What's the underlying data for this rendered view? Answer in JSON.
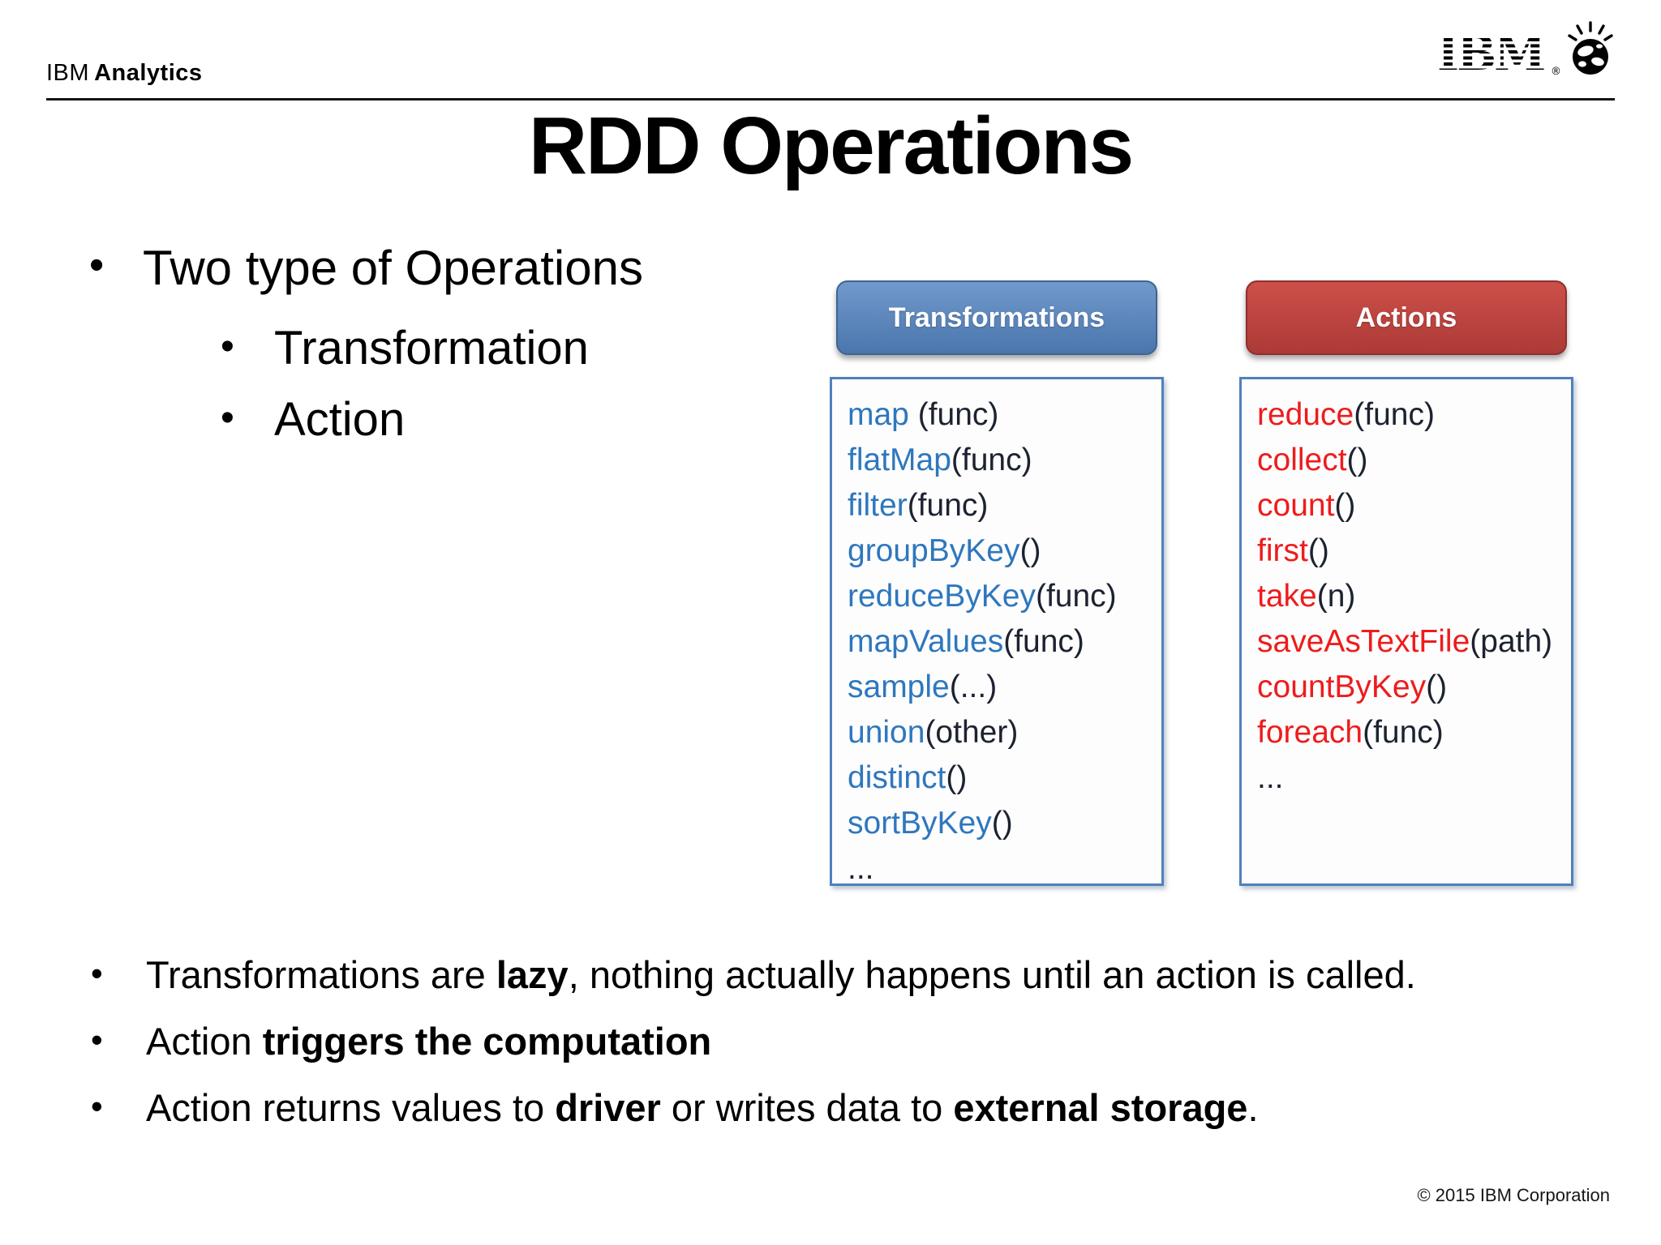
{
  "header": {
    "brand_prefix": "IBM",
    "brand_bold": "Analytics",
    "logo_label": "IBM"
  },
  "title": "RDD Operations",
  "intro": {
    "main": "Two type of Operations",
    "subs": [
      "Transformation",
      "Action"
    ]
  },
  "columns": [
    {
      "header": "Transformations",
      "header_bg": "#4f81bd",
      "name_color": "#2e77be",
      "items": [
        {
          "name": "map",
          "args": " (func)"
        },
        {
          "name": "flatMap",
          "args": "(func)"
        },
        {
          "name": "filter",
          "args": "(func)"
        },
        {
          "name": "groupByKey",
          "args": "()"
        },
        {
          "name": "reduceByKey",
          "args": "(func)"
        },
        {
          "name": "mapValues",
          "args": "(func)"
        },
        {
          "name": "sample",
          "args": "(...)"
        },
        {
          "name": "union",
          "args": "(other)"
        },
        {
          "name": "distinct",
          "args": "()"
        },
        {
          "name": "sortByKey",
          "args": "()"
        },
        {
          "name": "",
          "args": "..."
        }
      ]
    },
    {
      "header": "Actions",
      "header_bg": "#bf3e3a",
      "name_color": "#ee1c1c",
      "items": [
        {
          "name": "reduce",
          "args": "(func)"
        },
        {
          "name": "collect",
          "args": "()"
        },
        {
          "name": "count",
          "args": "()"
        },
        {
          "name": "first",
          "args": "()"
        },
        {
          "name": "take",
          "args": "(n)"
        },
        {
          "name": "saveAsTextFile",
          "args": "(path)"
        },
        {
          "name": "countByKey",
          "args": "()"
        },
        {
          "name": "foreach",
          "args": "(func)"
        },
        {
          "name": "",
          "args": "..."
        }
      ]
    }
  ],
  "bottom_bullets": [
    {
      "runs": [
        {
          "text": "Transformations are ",
          "bold": false
        },
        {
          "text": "lazy",
          "bold": true
        },
        {
          "text": ", nothing actually happens until an action is called.",
          "bold": false
        }
      ]
    },
    {
      "runs": [
        {
          "text": "Action ",
          "bold": false
        },
        {
          "text": "triggers the computation",
          "bold": true
        }
      ]
    },
    {
      "runs": [
        {
          "text": "Action returns values to ",
          "bold": false
        },
        {
          "text": "driver",
          "bold": true
        },
        {
          "text": " or writes data to ",
          "bold": false
        },
        {
          "text": "external storage",
          "bold": true
        },
        {
          "text": ".",
          "bold": false
        }
      ]
    }
  ],
  "footer": "© 2015 IBM Corporation",
  "colors": {
    "transformations_blue": "#4f81bd",
    "actions_red": "#bf3e3a",
    "box_border": "#4f81bd",
    "fn_blue": "#2e77be",
    "fn_red": "#ee1c1c",
    "args_dark": "#1c2230"
  }
}
